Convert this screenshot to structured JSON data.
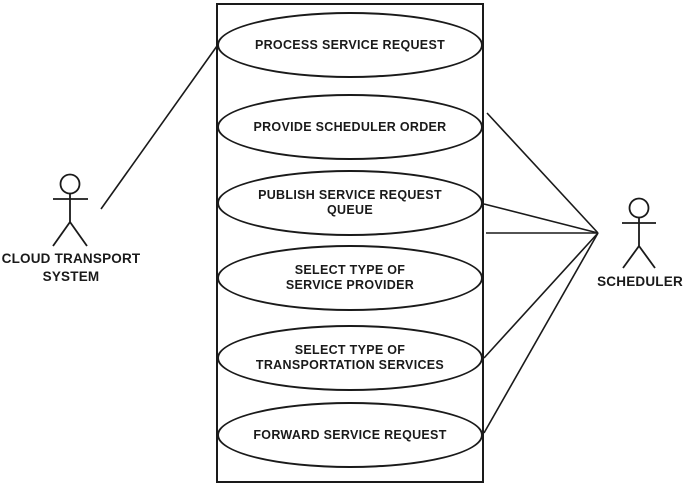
{
  "diagram": {
    "kind": "uml-use-case-diagram",
    "colors": {
      "background": "#ffffff",
      "stroke": "#1a1a1a",
      "text": "#1a1a1a"
    }
  },
  "actors": [
    {
      "id": "cloud-transport-system",
      "label": "CLOUD TRANSPORT SYSTEM",
      "label_lines": [
        "CLOUD TRANSPORT",
        "SYSTEM"
      ],
      "side": "left"
    },
    {
      "id": "scheduler",
      "label": "SCHEDULER",
      "label_lines": [
        "SCHEDULER"
      ],
      "side": "right"
    }
  ],
  "use_cases": [
    {
      "label": "PROCESS SERVICE REQUEST",
      "lines": [
        "PROCESS SERVICE REQUEST"
      ]
    },
    {
      "label": "PROVIDE SCHEDULER ORDER",
      "lines": [
        "PROVIDE SCHEDULER ORDER"
      ]
    },
    {
      "label": "PUBLISH SERVICE REQUEST QUEUE",
      "lines": [
        "PUBLISH SERVICE REQUEST",
        "QUEUE"
      ]
    },
    {
      "label": "SELECT TYPE OF SERVICE PROVIDER",
      "lines": [
        "SELECT TYPE OF",
        "SERVICE PROVIDER"
      ]
    },
    {
      "label": "SELECT TYPE OF TRANSPORTATION SERVICES",
      "lines": [
        "SELECT TYPE OF",
        "TRANSPORTATION SERVICES"
      ]
    },
    {
      "label": "FORWARD SERVICE REQUEST",
      "lines": [
        "FORWARD SERVICE REQUEST"
      ]
    }
  ],
  "associations": [
    {
      "from": "CLOUD TRANSPORT SYSTEM",
      "to": "PROCESS SERVICE REQUEST"
    },
    {
      "from": "SCHEDULER",
      "to": "PROVIDE SCHEDULER ORDER"
    },
    {
      "from": "SCHEDULER",
      "to": "PUBLISH SERVICE REQUEST QUEUE"
    },
    {
      "from": "SCHEDULER",
      "to": "system boundary"
    },
    {
      "from": "SCHEDULER",
      "to": "SELECT TYPE OF TRANSPORTATION SERVICES"
    },
    {
      "from": "SCHEDULER",
      "to": "FORWARD SERVICE REQUEST"
    }
  ]
}
